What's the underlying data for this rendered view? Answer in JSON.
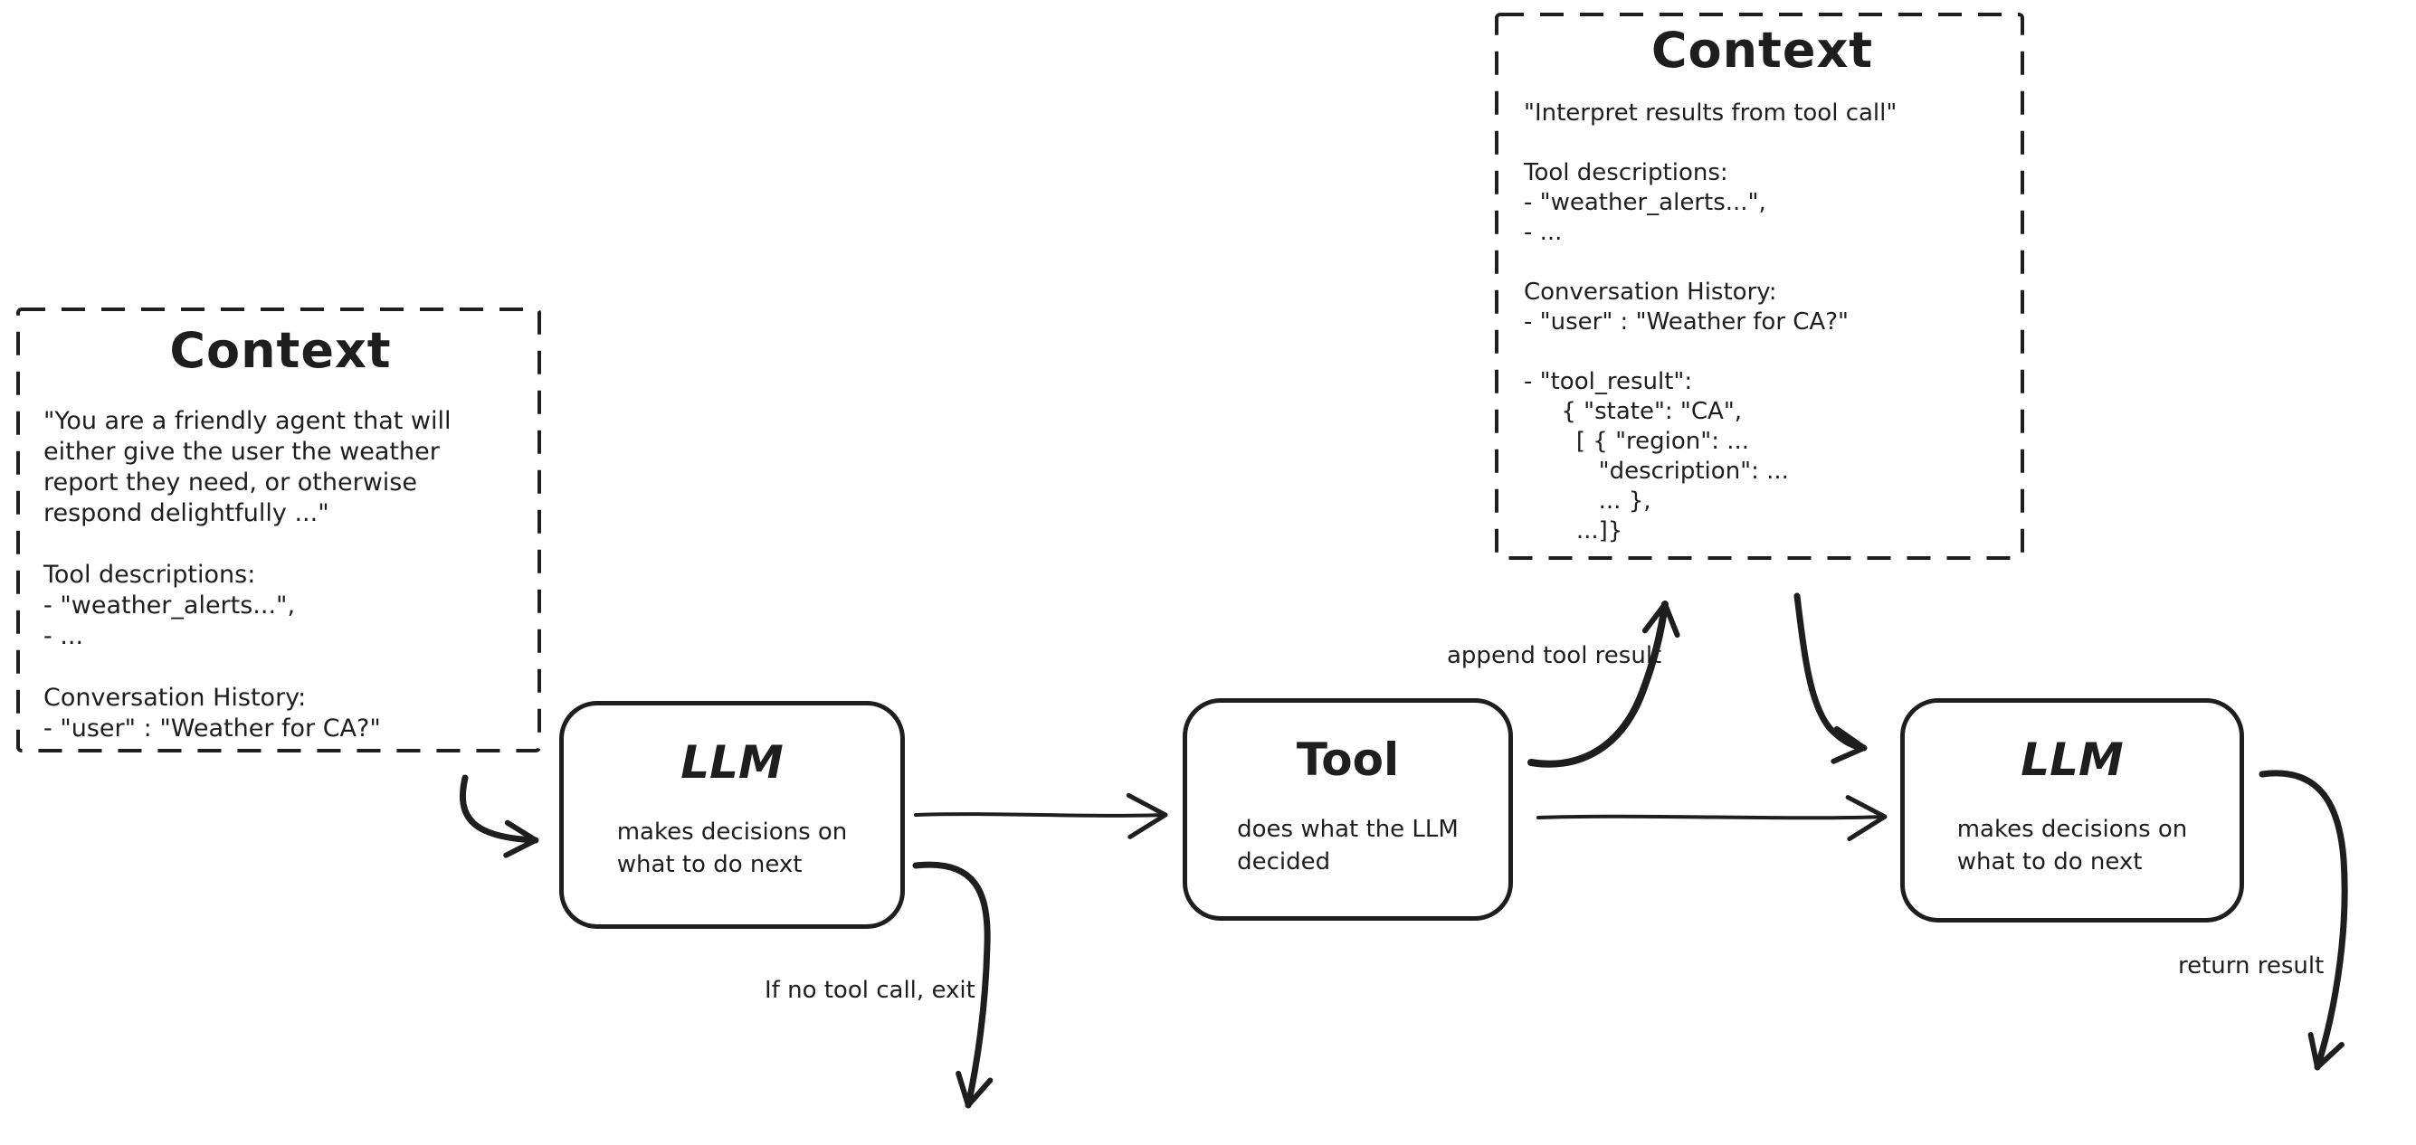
{
  "canvas": {
    "background": "#ffffff",
    "ink": "#1e1e1e"
  },
  "context_left": {
    "title": "Context",
    "lines": [
      "\"You are a friendly agent that will",
      "either give the user the weather",
      "report they need, or otherwise",
      "respond delightfully ...\"",
      "",
      "Tool descriptions:",
      "- \"weather_alerts...\",",
      "- ...",
      "",
      "Conversation History:",
      "- \"user\" : \"Weather for CA?\""
    ]
  },
  "context_right": {
    "title": "Context",
    "lines": [
      "\"Interpret results from tool call\"",
      "",
      "Tool descriptions:",
      "- \"weather_alerts...\",",
      "- ...",
      "",
      "Conversation History:",
      "- \"user\" : \"Weather for CA?\"",
      "",
      "- \"tool_result\":",
      "     { \"state\": \"CA\",",
      "       [ { \"region\": ...",
      "          \"description\": ...",
      "          ... },",
      "       ...]}"
    ]
  },
  "nodes": {
    "llm1": {
      "title": "LLM",
      "subtitle": "makes decisions on\nwhat to do next"
    },
    "tool": {
      "title": "Tool",
      "subtitle": "does what the LLM\ndecided"
    },
    "llm2": {
      "title": "LLM",
      "subtitle": "makes decisions on\nwhat to do next"
    }
  },
  "edge_labels": {
    "append_tool_result": "append tool result",
    "if_no_tool_call_exit": "If no tool call, exit",
    "return_result": "return result"
  }
}
